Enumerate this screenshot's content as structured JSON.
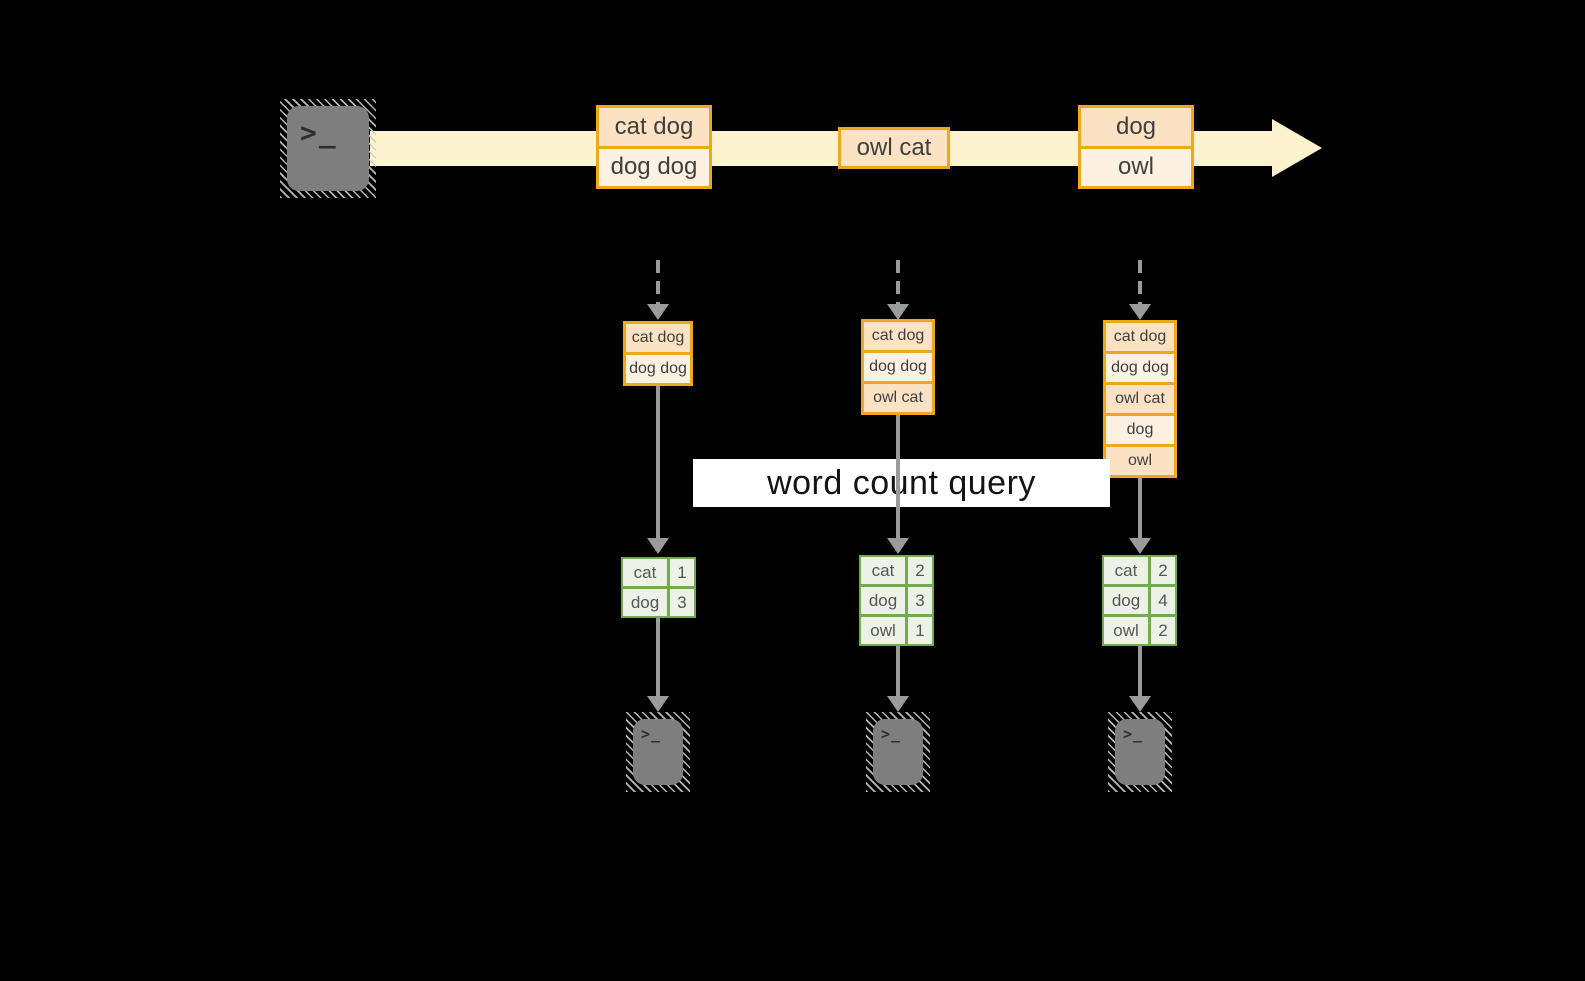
{
  "diagram": {
    "terminal_prompt": ">_",
    "query_label": "word count query",
    "colors": {
      "accent_orange": "#efa81e",
      "record_peach": "#fae2c3",
      "record_cream": "#fdf2e2",
      "stream_yellow": "#fcf2cd",
      "table_green_border": "#72ad4d",
      "table_green_fill": "#edf2e7",
      "arrow_gray": "#9b9b9b",
      "terminal_gray": "#7e7e7e",
      "query_label_bg": "#ffffff",
      "background": "#000000"
    },
    "stream": {
      "boxes": [
        {
          "cells": [
            "cat dog",
            "dog dog"
          ]
        },
        {
          "cells": [
            "owl cat"
          ]
        },
        {
          "cells": [
            "dog",
            "owl"
          ]
        }
      ]
    },
    "columns": [
      {
        "buffer": [
          "cat dog",
          "dog dog"
        ],
        "counts": [
          {
            "word": "cat",
            "count": "1"
          },
          {
            "word": "dog",
            "count": "3"
          }
        ]
      },
      {
        "buffer": [
          "cat dog",
          "dog dog",
          "owl cat"
        ],
        "counts": [
          {
            "word": "cat",
            "count": "2"
          },
          {
            "word": "dog",
            "count": "3"
          },
          {
            "word": "owl",
            "count": "1"
          }
        ]
      },
      {
        "buffer": [
          "cat dog",
          "dog dog",
          "owl cat",
          "dog",
          "owl"
        ],
        "counts": [
          {
            "word": "cat",
            "count": "2"
          },
          {
            "word": "dog",
            "count": "4"
          },
          {
            "word": "owl",
            "count": "2"
          }
        ]
      }
    ]
  }
}
